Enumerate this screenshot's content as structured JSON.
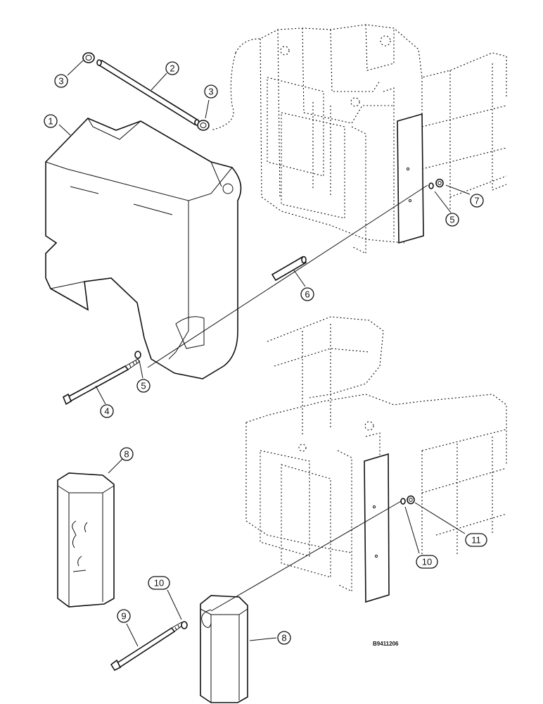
{
  "figure_code": "B9411206",
  "callouts": [
    {
      "id": "c1",
      "label": "1"
    },
    {
      "id": "c2",
      "label": "2"
    },
    {
      "id": "c3a",
      "label": "3"
    },
    {
      "id": "c3b",
      "label": "3"
    },
    {
      "id": "c4",
      "label": "4"
    },
    {
      "id": "c5a",
      "label": "5"
    },
    {
      "id": "c5b",
      "label": "5"
    },
    {
      "id": "c6",
      "label": "6"
    },
    {
      "id": "c7",
      "label": "7"
    },
    {
      "id": "c8a",
      "label": "8"
    },
    {
      "id": "c8b",
      "label": "8"
    },
    {
      "id": "c9",
      "label": "9"
    },
    {
      "id": "c10a",
      "label": "10"
    },
    {
      "id": "c10b",
      "label": "10"
    },
    {
      "id": "c11",
      "label": "11"
    }
  ]
}
